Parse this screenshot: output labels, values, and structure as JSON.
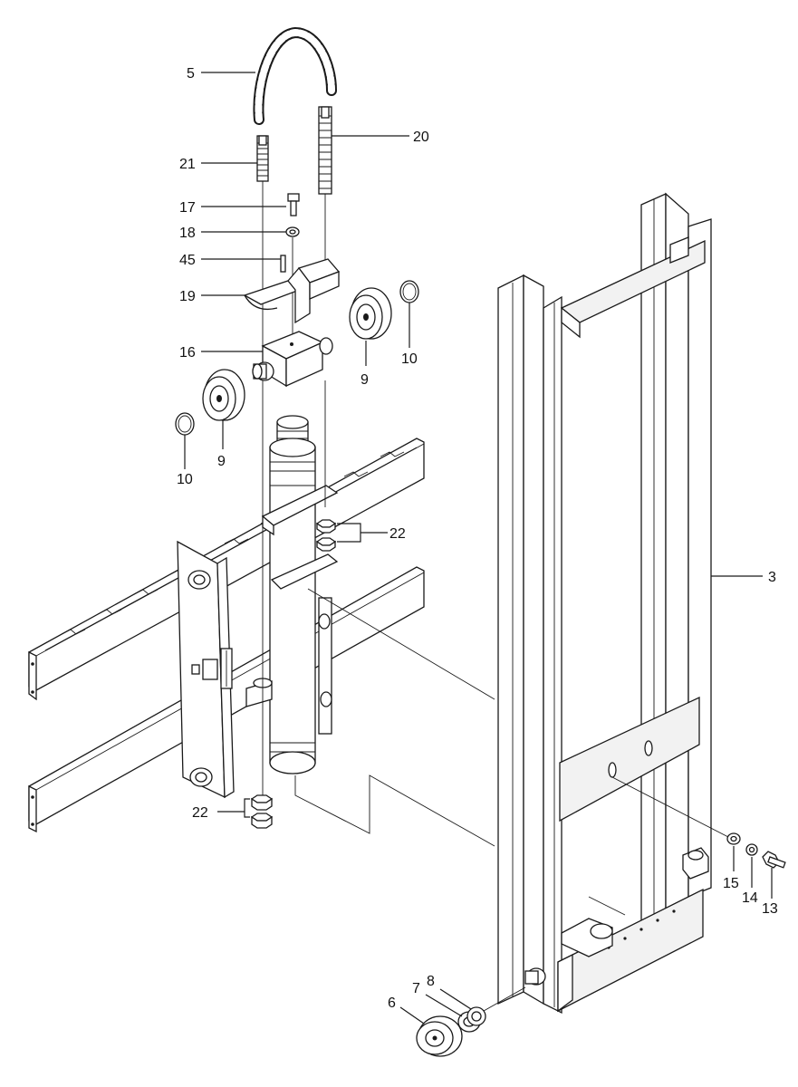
{
  "diagram": {
    "callouts": {
      "c5": "5",
      "c20": "20",
      "c21": "21",
      "c17": "17",
      "c18": "18",
      "c45": "45",
      "c19": "19",
      "c16": "16",
      "c9a": "9",
      "c10a": "10",
      "c9b": "9",
      "c10b": "10",
      "c22a": "22",
      "c3": "3",
      "c22b": "22",
      "c15": "15",
      "c14": "14",
      "c13": "13",
      "c8": "8",
      "c7": "7",
      "c6": "6"
    }
  }
}
